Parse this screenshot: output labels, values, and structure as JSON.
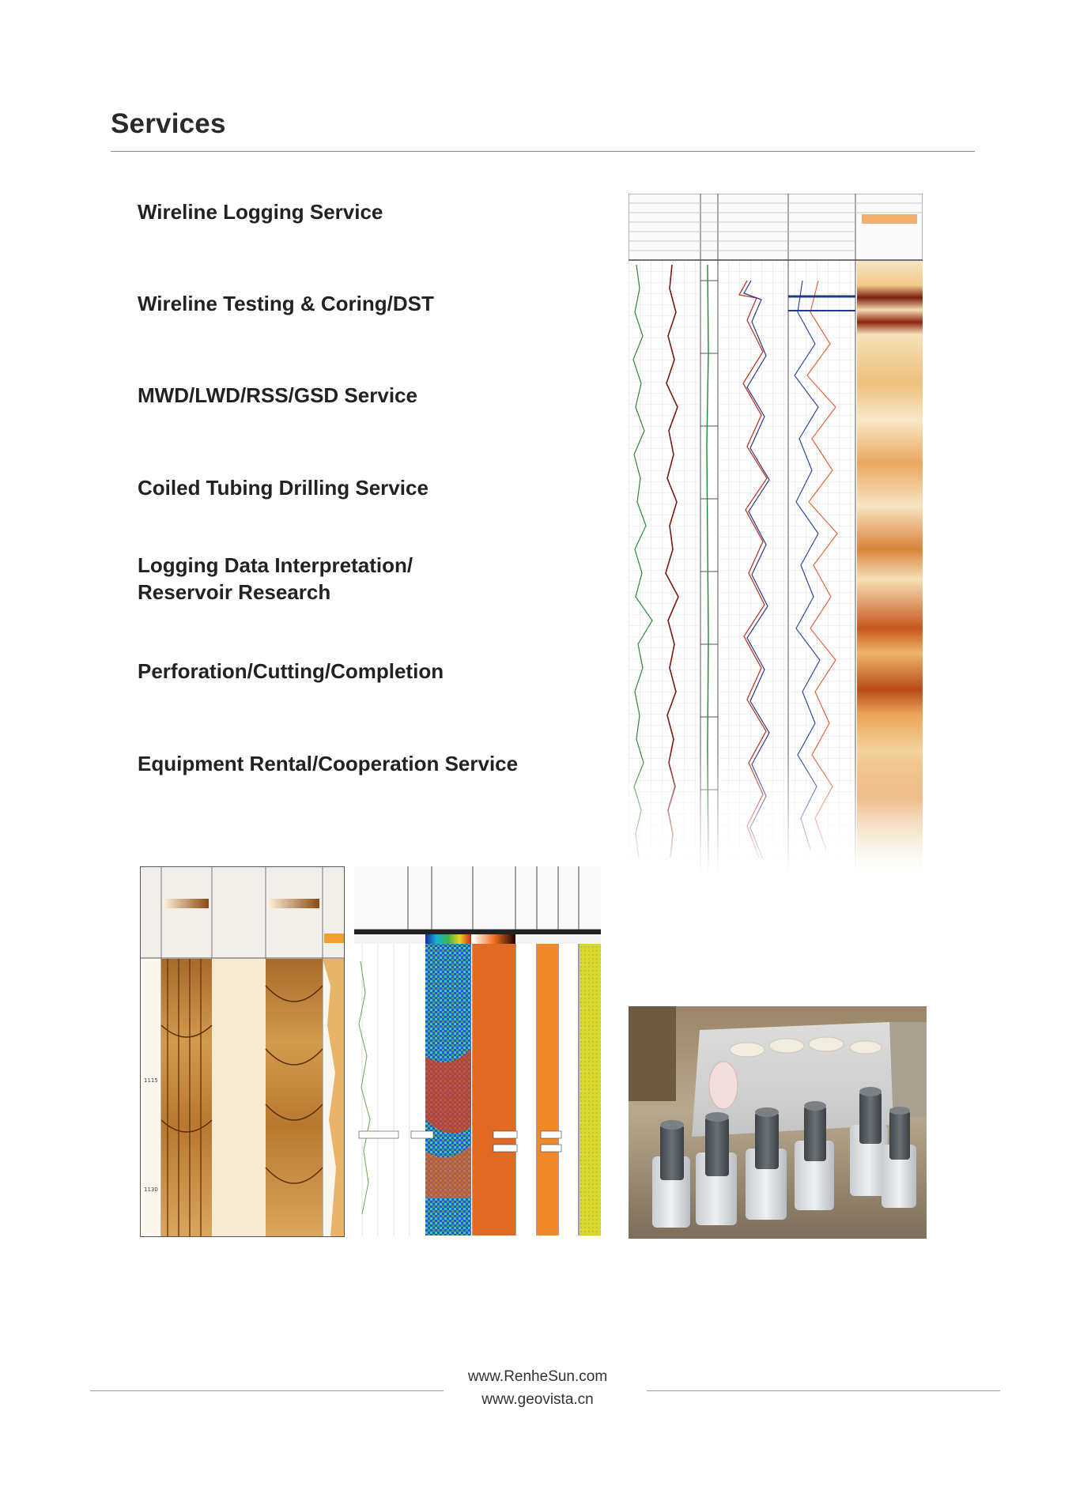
{
  "page": {
    "title": "Services"
  },
  "services": [
    {
      "lines": [
        "Wireline Logging Service"
      ]
    },
    {
      "lines": [
        "Wireline Testing & Coring/DST"
      ]
    },
    {
      "lines": [
        "MWD/LWD/RSS/GSD Service"
      ]
    },
    {
      "lines": [
        "Coiled Tubing Drilling Service"
      ]
    },
    {
      "lines": [
        "Logging Data Interpretation/",
        "Reservoir Research"
      ]
    },
    {
      "lines": [
        "Perforation/Cutting/Completion"
      ]
    },
    {
      "lines": [
        "Equipment Rental/Cooperation Service"
      ]
    }
  ],
  "figures": {
    "log_plot": {
      "icon": "well-log-plot-image"
    },
    "borehole_image": {
      "icon": "borehole-image-log"
    },
    "cement_log": {
      "icon": "cement-evaluation-log"
    },
    "core_samples": {
      "icon": "core-samples-photo"
    }
  },
  "footer": {
    "url1": "www.RenheSun.com",
    "url2": "www.geovista.cn"
  }
}
